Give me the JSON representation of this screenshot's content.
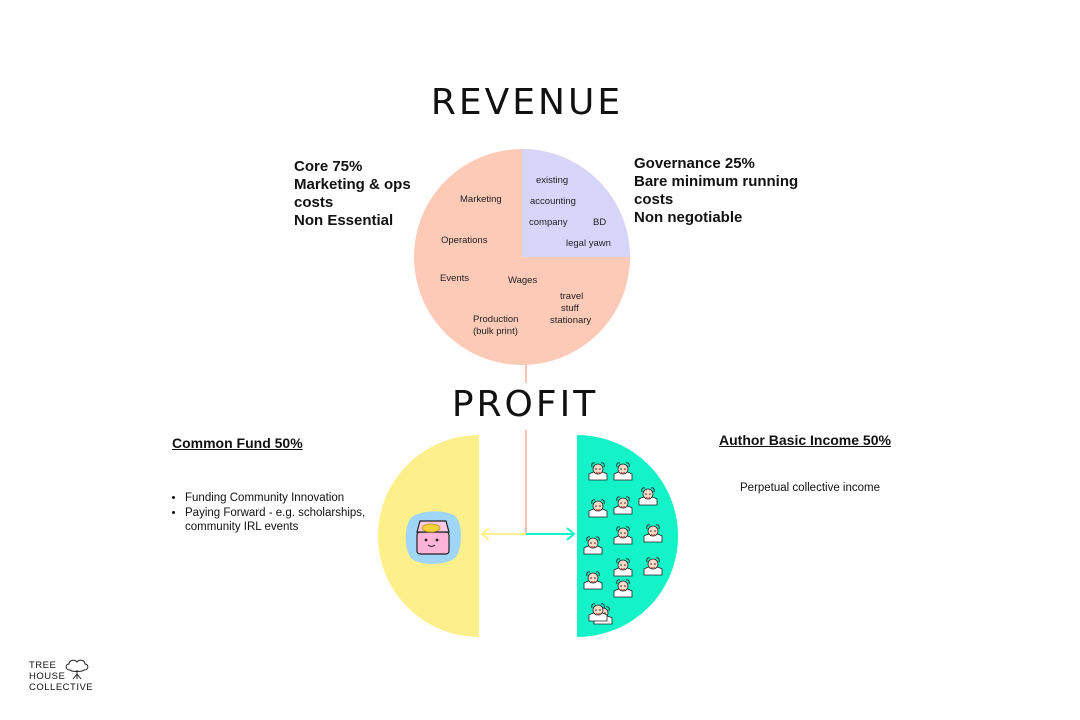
{
  "revenue": {
    "title": "REVENUE",
    "core": {
      "lines": [
        "Core 75%",
        "Marketing & ops",
        "costs",
        "Non Essential"
      ],
      "share": 0.75,
      "color": "#fccab7",
      "items": [
        "Marketing",
        "Operations",
        "Events",
        "Wages",
        "travel",
        "stuff",
        "stationary",
        "Production",
        "(bulk print)"
      ]
    },
    "governance": {
      "lines": [
        "Governance 25%",
        "Bare minimum running",
        "costs",
        "Non negotiable"
      ],
      "share": 0.25,
      "color": "#d7d5fa",
      "items": [
        "existing",
        "accounting",
        "company",
        "BD",
        "legal yawn"
      ]
    }
  },
  "profit": {
    "title": "PROFIT",
    "common_fund": {
      "heading": "Common Fund 50%",
      "color": "#fdf08a",
      "bullets": [
        "Funding Community Innovation",
        "Paying Forward - e.g. scholarships, community IRL events"
      ],
      "icon": "treasure-chest-icon"
    },
    "author_income": {
      "heading": "Author Basic Income 50%",
      "color": "#14f2c8",
      "text": "Perpetual collective income",
      "icon": "author-portrait-icon",
      "portrait_count": 14
    }
  },
  "connector_colors": {
    "stem": "#fbc4b0",
    "to_fund": "#fdf08a",
    "to_income": "#14f2c8"
  },
  "logo": {
    "lines": [
      "TREE",
      "HOUSE",
      "COLLECTIVE"
    ],
    "icon": "tree-icon"
  }
}
